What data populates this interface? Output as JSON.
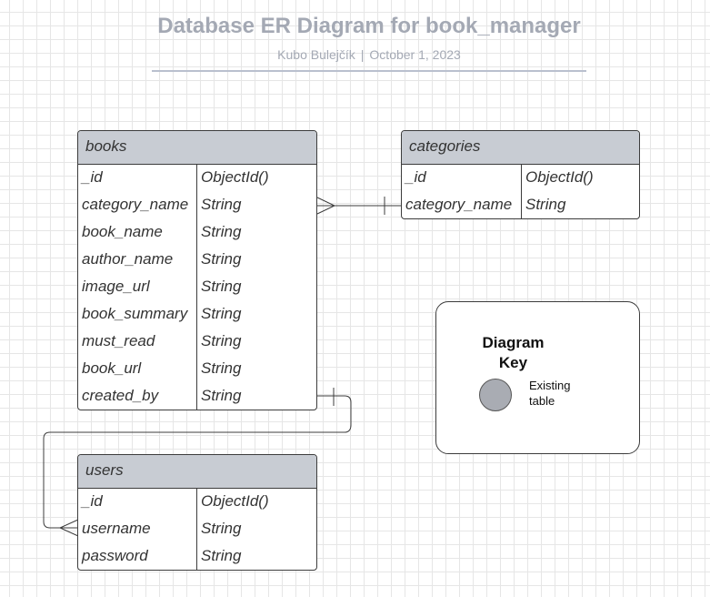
{
  "header": {
    "title": "Database ER Diagram for book_manager",
    "author": "Kubo Bulejčík",
    "separator": "|",
    "date": "October 1, 2023"
  },
  "tables": {
    "books": {
      "name": "books",
      "rows": [
        {
          "field": "_id",
          "type": "ObjectId()"
        },
        {
          "field": "category_name",
          "type": "String"
        },
        {
          "field": "book_name",
          "type": "String"
        },
        {
          "field": "author_name",
          "type": "String"
        },
        {
          "field": "image_url",
          "type": "String"
        },
        {
          "field": "book_summary",
          "type": "String"
        },
        {
          "field": "must_read",
          "type": "String"
        },
        {
          "field": "book_url",
          "type": "String"
        },
        {
          "field": "created_by",
          "type": "String"
        }
      ]
    },
    "categories": {
      "name": "categories",
      "rows": [
        {
          "field": "_id",
          "type": "ObjectId()"
        },
        {
          "field": "category_name",
          "type": "String"
        }
      ]
    },
    "users": {
      "name": "users",
      "rows": [
        {
          "field": "_id",
          "type": "ObjectId()"
        },
        {
          "field": "username",
          "type": "String"
        },
        {
          "field": "password",
          "type": "String"
        }
      ]
    }
  },
  "key": {
    "title_line1": "Diagram",
    "title_line2": "Key",
    "swatch_label_line1": "Existing",
    "swatch_label_line2": "table",
    "swatch_color": "#a9acb3"
  },
  "colors": {
    "header_fill": "#c8ccd3",
    "border": "#3c3c3c",
    "title_text": "#a4a9b4"
  }
}
